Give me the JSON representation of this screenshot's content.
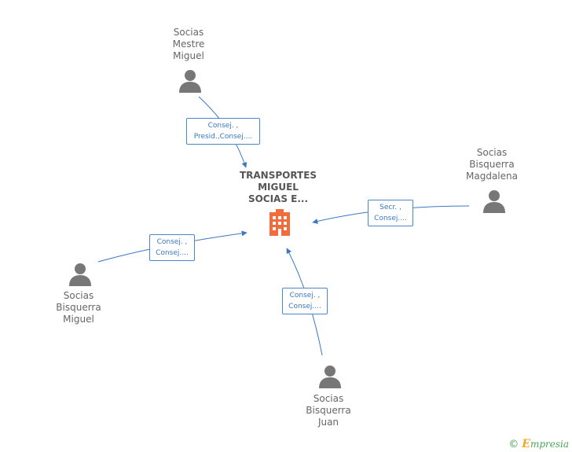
{
  "company": {
    "title_lines": [
      "TRANSPORTES",
      "MIGUEL",
      "SOCIAS E..."
    ],
    "icon": "building-icon",
    "color": "#f26b3a"
  },
  "people": [
    {
      "id": "mestre",
      "name_lines": [
        "Socias",
        "Mestre",
        "Miguel"
      ],
      "icon": "person-icon"
    },
    {
      "id": "magdalena",
      "name_lines": [
        "Socias",
        "Bisquerra",
        "Magdalena"
      ],
      "icon": "person-icon"
    },
    {
      "id": "miguel",
      "name_lines": [
        "Socias",
        "Bisquerra",
        "Miguel"
      ],
      "icon": "person-icon"
    },
    {
      "id": "juan",
      "name_lines": [
        "Socias",
        "Bisquerra",
        "Juan"
      ],
      "icon": "person-icon"
    }
  ],
  "relations": [
    {
      "from": "mestre",
      "label_lines": [
        "Consej. ,",
        "Presid.,Consej...."
      ]
    },
    {
      "from": "magdalena",
      "label_lines": [
        "Secr. ,",
        "Consej...."
      ]
    },
    {
      "from": "miguel",
      "label_lines": [
        "Consej. ,",
        "Consej...."
      ]
    },
    {
      "from": "juan",
      "label_lines": [
        "Consej. ,",
        "Consej...."
      ]
    }
  ],
  "colors": {
    "edge": "#3a78c4",
    "person": "#777777",
    "label_text": "#666666"
  },
  "footer": {
    "copyright_symbol": "©",
    "brand_first_letter": "E",
    "brand_rest": "mpresia"
  }
}
